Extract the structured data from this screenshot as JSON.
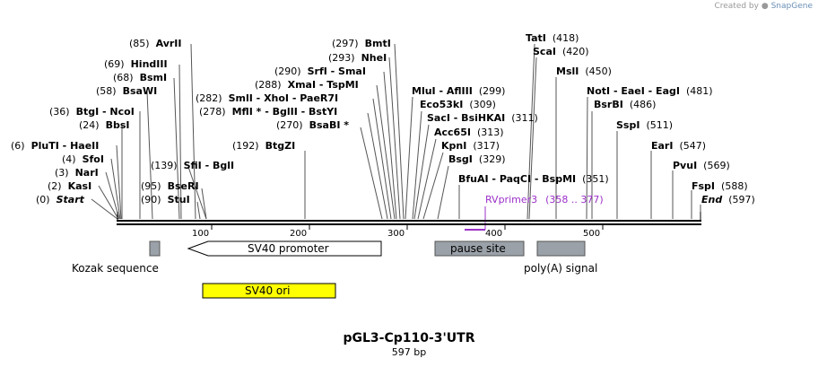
{
  "credit": {
    "prefix": "Created by",
    "brand": "SnapGene"
  },
  "title": "pGL3-Cp110-3'UTR",
  "length_label": "597 bp",
  "sites": [
    {
      "label": "Start",
      "pos": "(0)"
    },
    {
      "label": "KasI",
      "pos": "(2)"
    },
    {
      "label": "NarI",
      "pos": "(3)"
    },
    {
      "label": "SfoI",
      "pos": "(4)"
    },
    {
      "label": "PluTI - HaeII",
      "pos": "(6)"
    },
    {
      "label": "BbsI",
      "pos": "(24)"
    },
    {
      "label": "BtgI - NcoI",
      "pos": "(36)"
    },
    {
      "label": "BsaWI",
      "pos": "(58)"
    },
    {
      "label": "BsmI",
      "pos": "(68)"
    },
    {
      "label": "HindIII",
      "pos": "(69)"
    },
    {
      "label": "AvrII",
      "pos": "(85)"
    },
    {
      "label": "StuI",
      "pos": "(90)"
    },
    {
      "label": "BseRI",
      "pos": "(95)"
    },
    {
      "label": "SfiI - BglI",
      "pos": "(139)"
    },
    {
      "label": "BtgZI",
      "pos": "(192)"
    },
    {
      "label": "BsaBI *",
      "pos": "(270)"
    },
    {
      "label": "MflI * - BglII - BstYI",
      "pos": "(278)"
    },
    {
      "label": "SmlI - XhoI - PaeR7I",
      "pos": "(282)"
    },
    {
      "label": "XmaI - TspMI",
      "pos": "(288)"
    },
    {
      "label": "SrfI - SmaI",
      "pos": "(290)"
    },
    {
      "label": "NheI",
      "pos": "(293)"
    },
    {
      "label": "BmtI",
      "pos": "(297)"
    },
    {
      "label": "MluI - AflIII",
      "pos": "(299)"
    },
    {
      "label": "Eco53kI",
      "pos": "(309)"
    },
    {
      "label": "SacI - BsiHKAI",
      "pos": "(311)"
    },
    {
      "label": "Acc65I",
      "pos": "(313)"
    },
    {
      "label": "KpnI",
      "pos": "(317)"
    },
    {
      "label": "BsgI",
      "pos": "(329)"
    },
    {
      "label": "BfuAI - PaqCI - BspMI",
      "pos": "(351)"
    },
    {
      "label": "TatI",
      "pos": "(418)"
    },
    {
      "label": "ScaI",
      "pos": "(420)"
    },
    {
      "label": "MslI",
      "pos": "(450)"
    },
    {
      "label": "NotI - EaeI - EagI",
      "pos": "(481)"
    },
    {
      "label": "BsrBI",
      "pos": "(486)"
    },
    {
      "label": "SspI",
      "pos": "(511)"
    },
    {
      "label": "EarI",
      "pos": "(547)"
    },
    {
      "label": "PvuI",
      "pos": "(569)"
    },
    {
      "label": "FspI",
      "pos": "(588)"
    },
    {
      "label": "End",
      "pos": "(597)"
    }
  ],
  "primer": {
    "label": "RVprimer3",
    "range": "(358 .. 377)",
    "color": "#9b30c8"
  },
  "ruler": [
    "100",
    "200",
    "300",
    "400",
    "500"
  ],
  "features": {
    "kozak": {
      "label": "Kozak sequence",
      "color": "#9aa1a8"
    },
    "sv40_promoter": {
      "label": "SV40 promoter",
      "color": "#ffffff"
    },
    "pause_site": {
      "label": "pause site",
      "color": "#9aa1a8"
    },
    "polya": {
      "label": "poly(A) signal",
      "color": "#9aa1a8"
    },
    "sv40_ori": {
      "label": "SV40 ori",
      "color": "#ffff00"
    }
  }
}
